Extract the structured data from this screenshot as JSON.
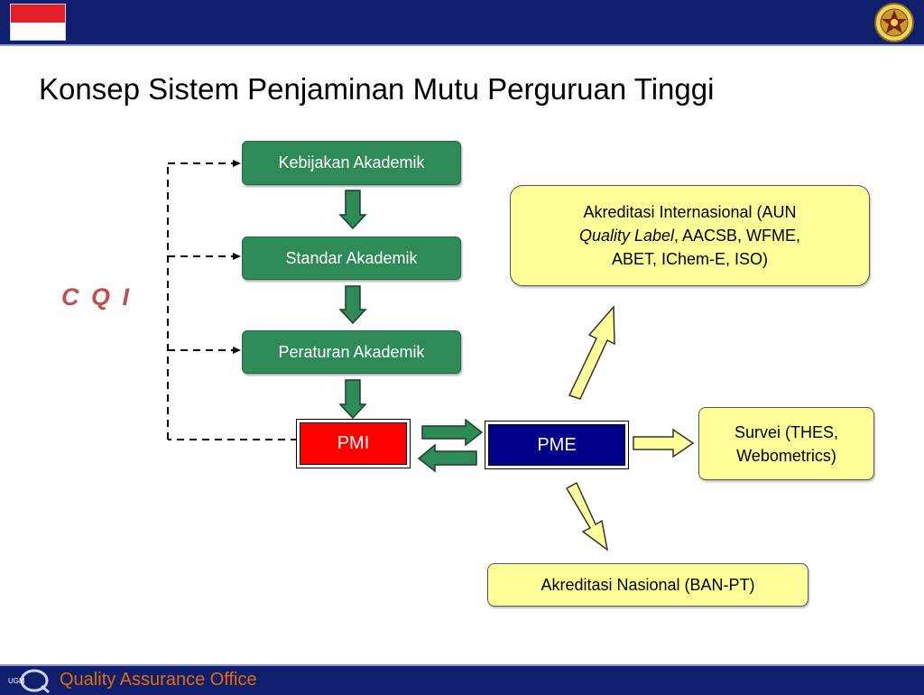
{
  "header": {
    "flag_icon": "indonesia-flag-icon",
    "emblem_icon": "university-emblem-icon",
    "colors": {
      "bar": "#0f1f6e",
      "flag_red": "#e21f26",
      "flag_white": "#ffffff"
    }
  },
  "title": "Konsep Sistem Penjaminan Mutu Perguruan Tinggi",
  "cqi_label": "C Q I",
  "internal_chain": {
    "kebijakan": "Kebijakan Akademik",
    "standar": "Standar Akademik",
    "peraturan": "Peraturan Akademik",
    "pmi": "PMI"
  },
  "pme": "PME",
  "external": {
    "internasional_line1": "Akreditasi Internasional (AUN",
    "internasional_line2_italic": "Quality Label",
    "internasional_line2_rest": ", AACSB, WFME,",
    "internasional_line3": "ABET, IChem-E, ISO)",
    "survei_line1": "Survei (THES,",
    "survei_line2": "Webometrics)",
    "nasional": "Akreditasi Nasional (BAN-PT)"
  },
  "colors": {
    "green": "#2e8b57",
    "pmi_red": "#ff0000",
    "pme_navy": "#00008b",
    "yellow": "#ffff99",
    "cqi_red": "#c0504d",
    "footer_text": "#e36c0a"
  },
  "footer": {
    "logo_icon": "ugm-quality-logo-icon",
    "text": "Quality Assurance Office"
  }
}
